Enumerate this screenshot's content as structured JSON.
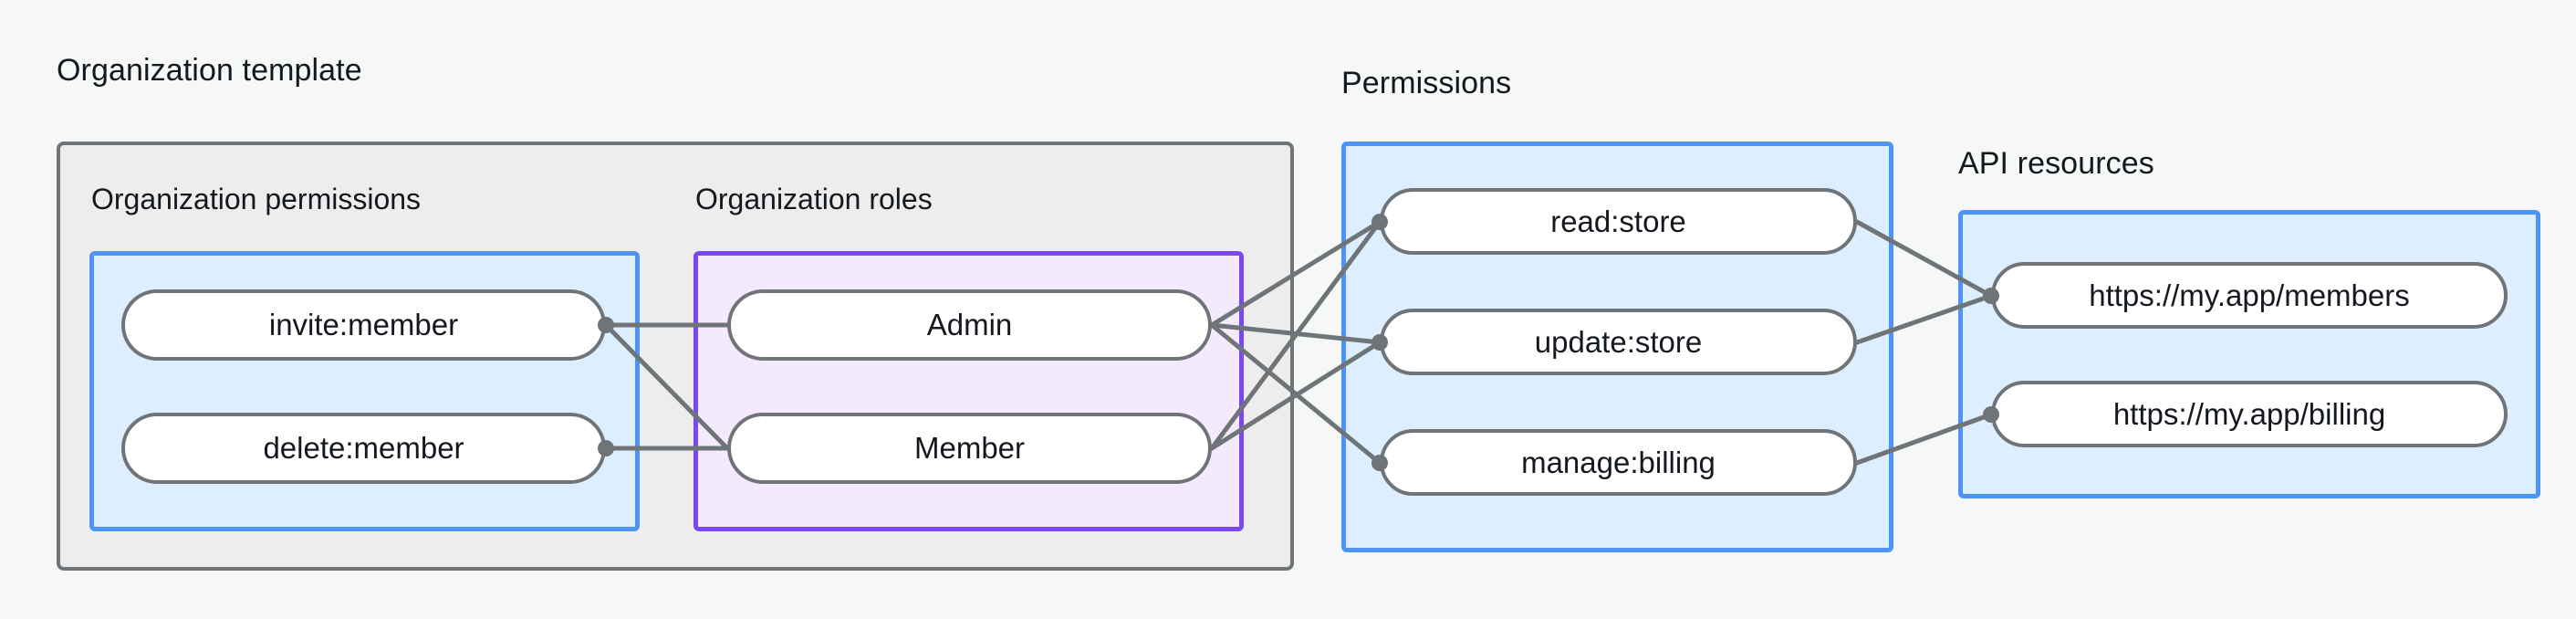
{
  "diagram": {
    "title_labels": {
      "organization_template": "Organization template",
      "permissions": "Permissions",
      "api_resources": "API resources"
    },
    "sub_titles": {
      "organization_permissions": "Organization permissions",
      "organization_roles": "Organization roles"
    },
    "nodes": {
      "org_permissions": [
        {
          "id": "invite-member",
          "label": "invite:member"
        },
        {
          "id": "delete-member",
          "label": "delete:member"
        }
      ],
      "org_roles": [
        {
          "id": "admin",
          "label": "Admin"
        },
        {
          "id": "member",
          "label": "Member"
        }
      ],
      "permissions": [
        {
          "id": "read-store",
          "label": "read:store"
        },
        {
          "id": "update-store",
          "label": "update:store"
        },
        {
          "id": "manage-billing",
          "label": "manage:billing"
        }
      ],
      "api_resources": [
        {
          "id": "members-url",
          "label": "https://my.app/members"
        },
        {
          "id": "billing-url",
          "label": "https://my.app/billing"
        }
      ]
    },
    "edges": [
      {
        "from": "invite-member",
        "to": "admin"
      },
      {
        "from": "invite-member",
        "to": "member"
      },
      {
        "from": "delete-member",
        "to": "member"
      },
      {
        "from": "admin",
        "to": "read-store"
      },
      {
        "from": "admin",
        "to": "update-store"
      },
      {
        "from": "admin",
        "to": "manage-billing"
      },
      {
        "from": "member",
        "to": "read-store"
      },
      {
        "from": "member",
        "to": "update-store"
      },
      {
        "from": "read-store",
        "to": "members-url"
      },
      {
        "from": "update-store",
        "to": "members-url"
      },
      {
        "from": "manage-billing",
        "to": "billing-url"
      }
    ],
    "colors": {
      "background": "#f6f7f7",
      "outer_fill": "#ededed",
      "outer_stroke": "#6e7477",
      "blue_fill": "#ddeeff",
      "blue_stroke": "#4d94f5",
      "purple_fill": "#f3eafd",
      "purple_stroke": "#7b48f0",
      "node_fill": "#ffffff",
      "node_stroke": "#6e7477",
      "edge_stroke": "#6e7477",
      "text": "#14181f"
    }
  }
}
